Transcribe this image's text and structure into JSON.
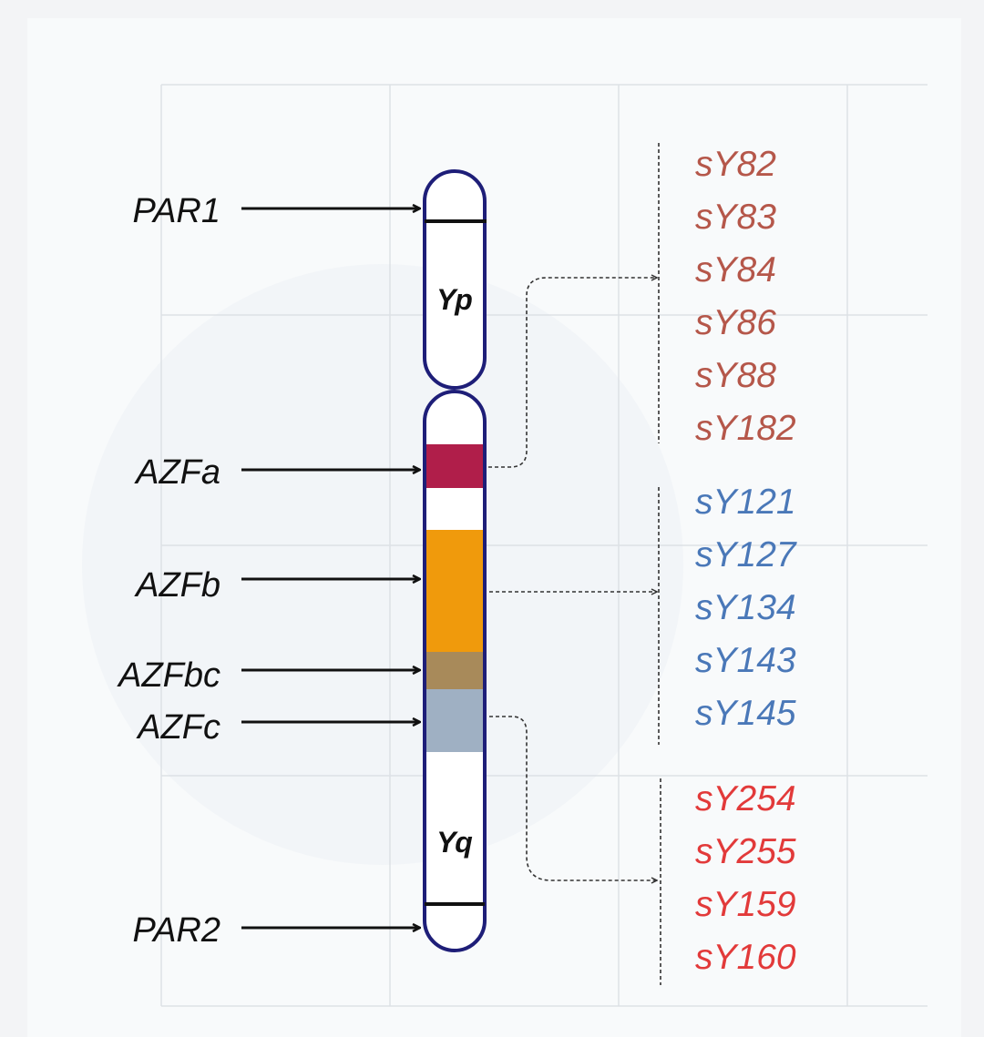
{
  "arm_labels": {
    "short": "Yp",
    "long": "Yq"
  },
  "regions": [
    {
      "label": "PAR1"
    },
    {
      "label": "AZFa",
      "color": "#b01e4a"
    },
    {
      "label": "AZFb",
      "color": "#f09a0c"
    },
    {
      "label": "AZFbc",
      "color": "#a88a5a"
    },
    {
      "label": "AZFc",
      "color": "#9fb0c3"
    },
    {
      "label": "PAR2"
    }
  ],
  "marker_groups": [
    {
      "region": "AZFa",
      "color": "#b5574a",
      "markers": [
        "sY82",
        "sY83",
        "sY84",
        "sY86",
        "sY88",
        "sY182"
      ]
    },
    {
      "region": "AZFb",
      "color": "#4a78b8",
      "markers": [
        "sY121",
        "sY127",
        "sY134",
        "sY143",
        "sY145"
      ]
    },
    {
      "region": "AZFc",
      "color": "#e23a3a",
      "markers": [
        "sY254",
        "sY255",
        "sY159",
        "sY160"
      ]
    }
  ],
  "colors": {
    "outline": "#1e1e78",
    "background": "#f8fafb"
  }
}
